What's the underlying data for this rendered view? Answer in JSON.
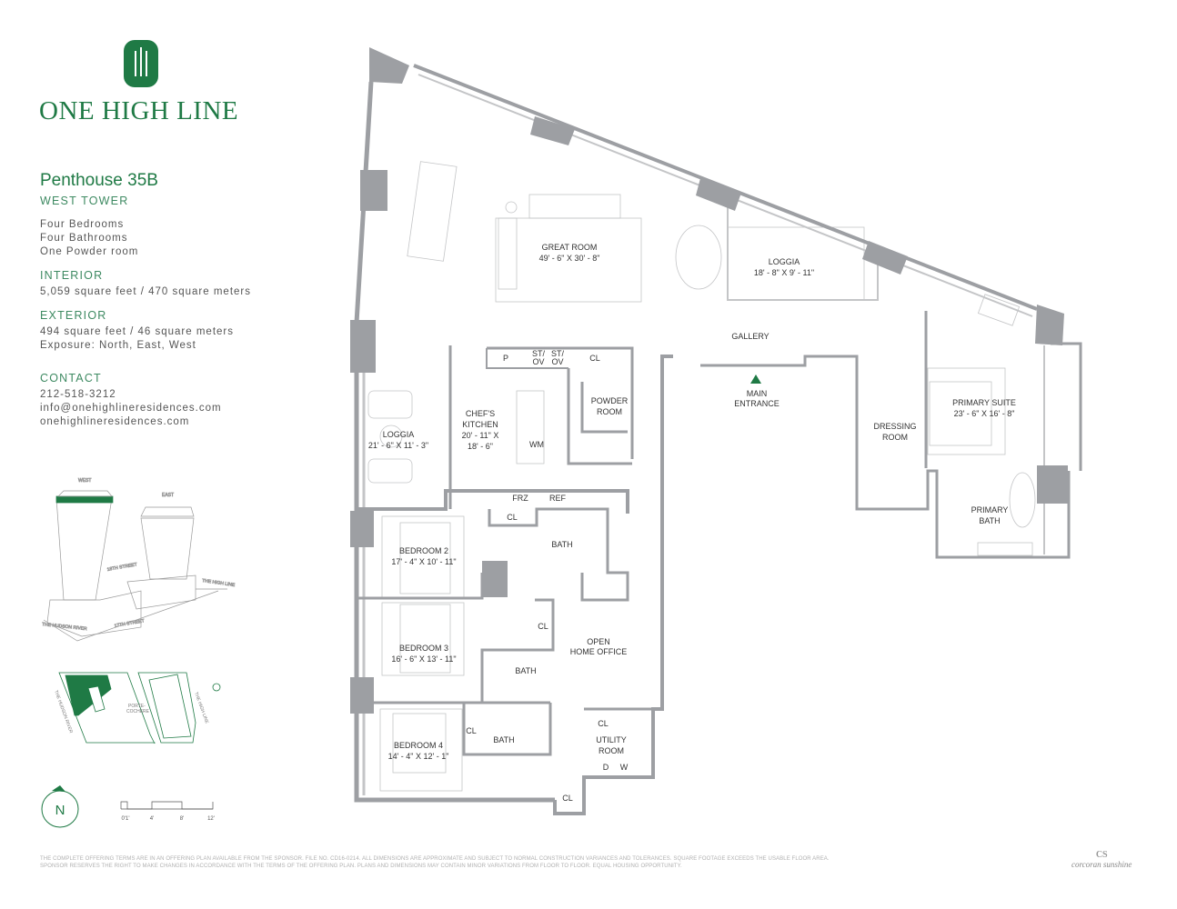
{
  "brand": {
    "name": "ONE HIGH LINE",
    "color": "#1f7a45"
  },
  "unit": {
    "title": "Penthouse 35B",
    "tower": "WEST TOWER",
    "features": [
      "Four Bedrooms",
      "Four Bathrooms",
      "One Powder room"
    ],
    "interior_heading": "INTERIOR",
    "interior": "5,059 square feet / 470 square meters",
    "exterior_heading": "EXTERIOR",
    "exterior": "494 square feet / 46 square meters",
    "exposure": "Exposure: North, East, West"
  },
  "contact": {
    "heading": "CONTACT",
    "phone": "212-518-3212",
    "email": "info@onehighlineresidences.com",
    "website": "onehighlineresidences.com"
  },
  "axon": {
    "west": "WEST",
    "east": "EAST",
    "street18": "18TH STREET",
    "highline": "THE HIGH LINE",
    "river": "THE HUDSON RIVER",
    "street17": "17TH STREET"
  },
  "siteplan": {
    "river": "THE HUDSON RIVER",
    "porte": "PORTE-",
    "cochere": "COCHERE",
    "highline": "THE HIGH LINE"
  },
  "compass": {
    "label": "N"
  },
  "scale": {
    "ticks": [
      "0'1'",
      "4'",
      "8'",
      "12'"
    ]
  },
  "rooms": {
    "great_room": {
      "name": "GREAT ROOM",
      "dim": "49' - 6\" X 30' - 8\""
    },
    "loggia_east": {
      "name": "LOGGIA",
      "dim": "18' - 8\" X 9' - 11\""
    },
    "gallery": {
      "name": "GALLERY"
    },
    "main_entrance": {
      "line1": "MAIN",
      "line2": "ENTRANCE"
    },
    "primary_suite": {
      "name": "PRIMARY SUITE",
      "dim": "23' - 6\" X 16' - 8\""
    },
    "dressing": {
      "line1": "DRESSING",
      "line2": "ROOM"
    },
    "primary_bath": {
      "line1": "PRIMARY",
      "line2": "BATH"
    },
    "loggia_west": {
      "name": "LOGGIA",
      "dim": "21' - 6\" X 11' - 3\""
    },
    "kitchen": {
      "line1": "CHEF'S",
      "line2": "KITCHEN",
      "dim1": "20' - 11\" X",
      "dim2": "18' - 6\""
    },
    "pantry": "P",
    "st_ov_1": {
      "line1": "ST/",
      "line2": "OV"
    },
    "st_ov_2": {
      "line1": "ST/",
      "line2": "OV"
    },
    "kitchen_cl": "CL",
    "powder": {
      "line1": "POWDER",
      "line2": "ROOM"
    },
    "wm": "WM",
    "frz": "FRZ",
    "ref": "REF",
    "hall_cl": "CL",
    "bath_1": "BATH",
    "bedroom_2": {
      "name": "BEDROOM 2",
      "dim": "17' - 4\" X 10' - 11\""
    },
    "bed3_cl": "CL",
    "bedroom_3": {
      "name": "BEDROOM 3",
      "dim": "16' - 6\" X 13' - 11\""
    },
    "bath_2": "BATH",
    "office": {
      "line1": "OPEN",
      "line2": "HOME OFFICE"
    },
    "bedroom_4": {
      "name": "BEDROOM 4",
      "dim": "14' - 4\" X 12' - 1\""
    },
    "bed4_cl": "CL",
    "bath_3": "BATH",
    "utility_cl": "CL",
    "utility": {
      "line1": "UTILITY",
      "line2": "ROOM"
    },
    "dryer": "D",
    "washer": "W",
    "corner_cl": "CL"
  },
  "footer": {
    "disclaimer": "THE COMPLETE OFFERING TERMS ARE IN AN OFFERING PLAN AVAILABLE FROM THE SPONSOR. FILE NO. CD16-0214. ALL DIMENSIONS ARE APPROXIMATE AND SUBJECT TO NORMAL CONSTRUCTION VARIANCES AND TOLERANCES. SQUARE FOOTAGE EXCEEDS THE USABLE FLOOR AREA. SPONSOR RESERVES THE RIGHT TO MAKE CHANGES IN ACCORDANCE WITH THE TERMS OF THE OFFERING PLAN. PLANS AND DIMENSIONS MAY CONTAIN MINOR VARIATIONS FROM FLOOR TO FLOOR. EQUAL HOUSING OPPORTUNITY.",
    "agency_mark": "CS",
    "agency": "corcoran sunshine"
  }
}
